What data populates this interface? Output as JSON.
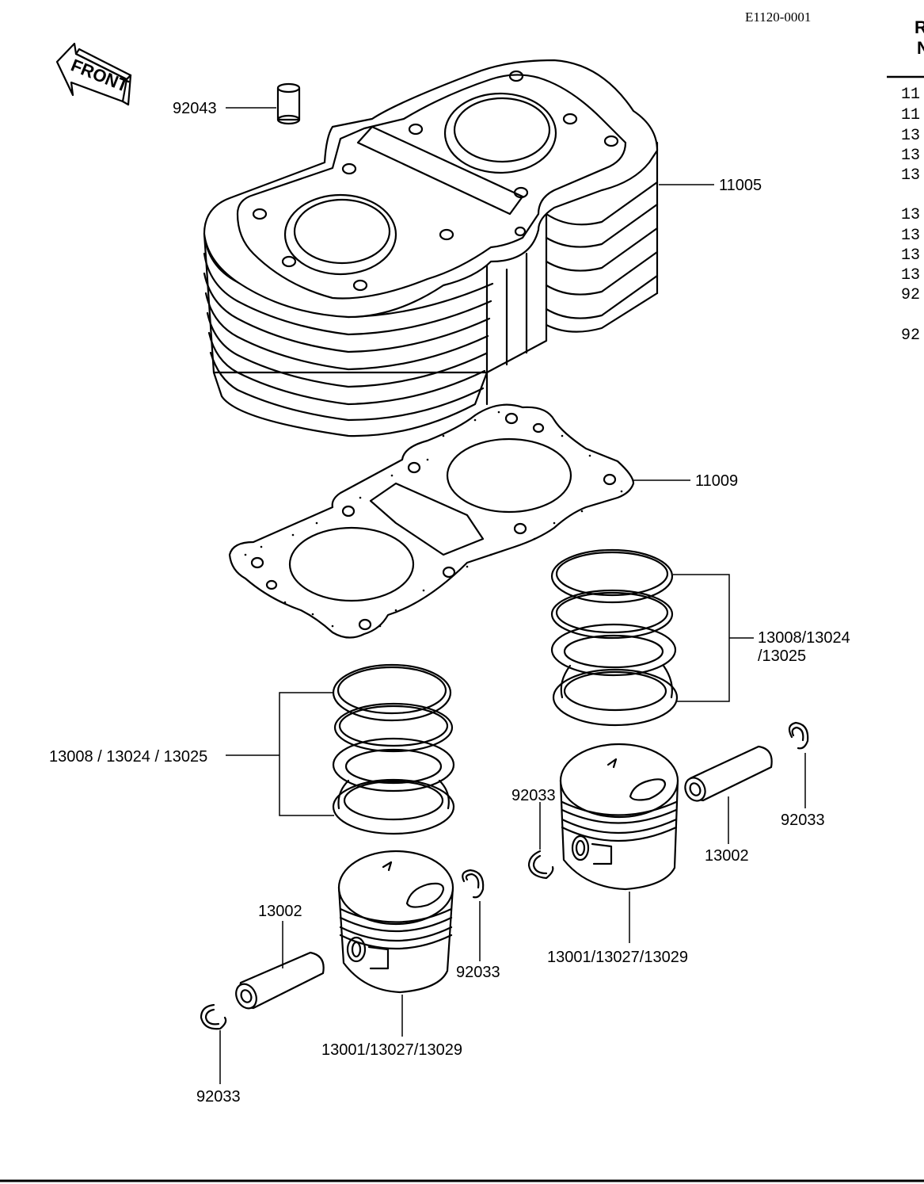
{
  "diagram_code": "E1120-0001",
  "front_arrow_label": "FRONT",
  "labels": {
    "cylinder_dowel": "92043",
    "cylinder": "11005",
    "base_gasket": "11009",
    "rings_right_line1": "13008/13024",
    "rings_right_line2": "/13025",
    "rings_left": "13008 / 13024 / 13025",
    "clip_right_inner": "92033",
    "clip_right_outer": "92033",
    "pin_right": "13002",
    "piston_right": "13001/13027/13029",
    "pin_left": "13002",
    "clip_left_inner": "92033",
    "clip_left_outer": "92033",
    "piston_left": "13001/13027/13029"
  },
  "parts_column": {
    "header_line1": "R",
    "header_line2": "N",
    "items": [
      "11",
      "11",
      "13",
      "13",
      "13",
      "13",
      "13",
      "13",
      "13",
      "92",
      "92"
    ]
  }
}
